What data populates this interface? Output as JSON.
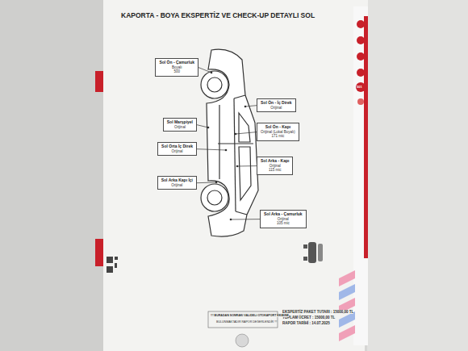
{
  "diagram": {
    "title": "KAPORTA - BOYA EKSPERTİZ VE CHECK-UP DETAYLI SOL",
    "nodes": [
      {
        "text": [
          "Sol Ön - Çamurluk",
          "Boyalı",
          "500"
        ]
      },
      {
        "text": [
          "Sol Ön - İç Direk",
          "Orijinal"
        ]
      },
      {
        "text": [
          "Sol Marşpiyel",
          "Orijinal"
        ]
      },
      {
        "text": [
          "Sol Ön - Kapı",
          "Orijinal (Lokal Boyalı)",
          "171 mic"
        ]
      },
      {
        "text": [
          "Sol Orta İç Direk",
          "Orijinal"
        ]
      },
      {
        "text": [
          "Sol Arka - Kapı",
          "Orijinal",
          "115 mic"
        ]
      },
      {
        "text": [
          "Sol Arka Kapı İçi",
          "Orijinal"
        ]
      },
      {
        "text": [
          "Sol Arka - Çamurluk",
          "Orijinal",
          "105 mic"
        ]
      }
    ],
    "labels": [
      "EKSPERTİZ PAKET TUTARI : 15000,00 TL",
      "TOPLAM ÜCRET : 15000,00 TL",
      "RAPOR TARİHİ : 14.07.2025",
      "!!! BURADAN SONRAKİ VALİDELİ OTOKAPORT EKİBİNE",
      "BULUNMAKTADIR RAPOR DEĞERLENDİR !!!",
      "501"
    ]
  }
}
